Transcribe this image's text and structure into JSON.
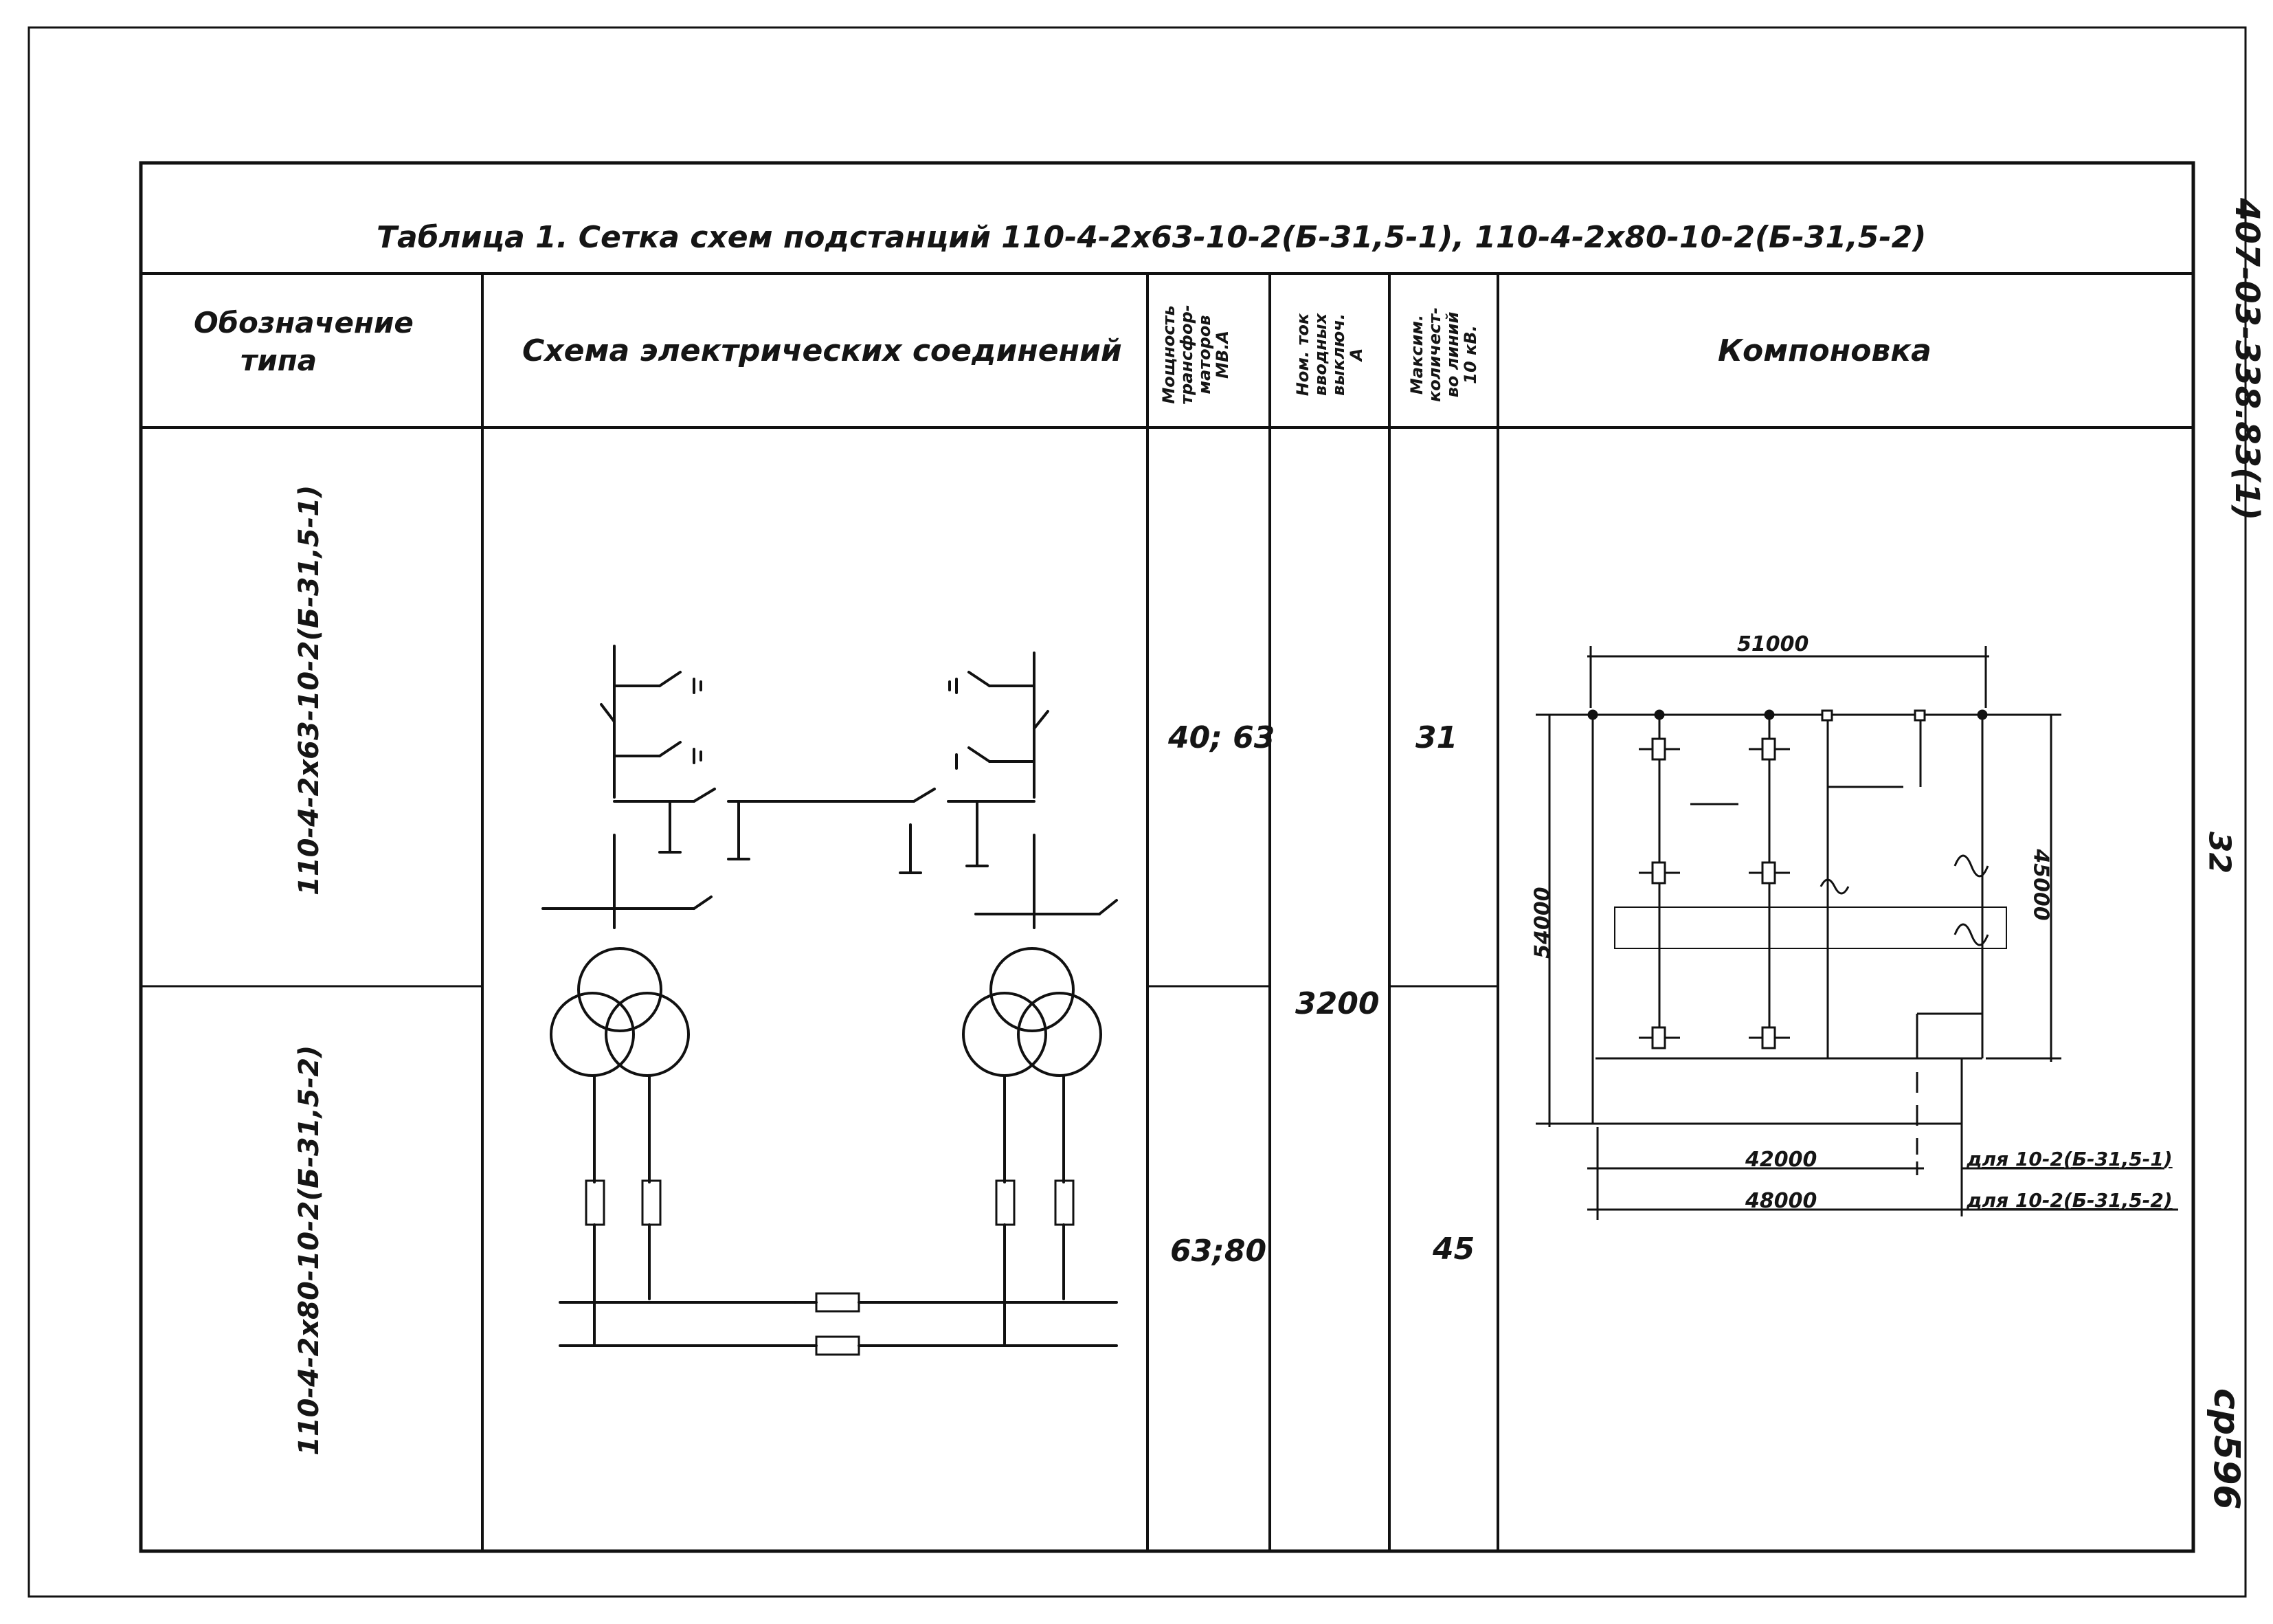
{
  "title": "Таблица 1.  Сетка схем  подстанций  110-4-2х63-10-2(Б-31,5-1),  110-4-2х80-10-2(Б-31,5-2)",
  "side_code": "407-03-338.83(1)",
  "side_page": "32",
  "side_stamp": "ср596",
  "headers": {
    "type_designation": [
      "Обозначение",
      "типа"
    ],
    "scheme": "Схема электрических соединений",
    "power": [
      "Мощность",
      "трансфор-",
      "маторов",
      "МВ.А"
    ],
    "current": [
      "Ном. ток",
      "вводных",
      "выключ.",
      "А"
    ],
    "lines": [
      "Максим.",
      "количест-",
      "во линий",
      "10 кВ."
    ],
    "layout": "Компоновка"
  },
  "rows": [
    {
      "type": "110-4-2х63-10-2(Б-31,5-1)",
      "power": "40; 63",
      "lines": "31"
    },
    {
      "type": "110-4-2х80-10-2(Б-31,5-2)",
      "power": "63;80",
      "lines": "45"
    }
  ],
  "shared_current": "3200",
  "layout_dims": {
    "top": "51000",
    "left": "54000",
    "right": "45000",
    "bottom1": "42000",
    "bottom2": "48000",
    "note1": "для 10-2(Б-31,5-1)",
    "note2": "для 10-2(Б-31,5-2)"
  }
}
